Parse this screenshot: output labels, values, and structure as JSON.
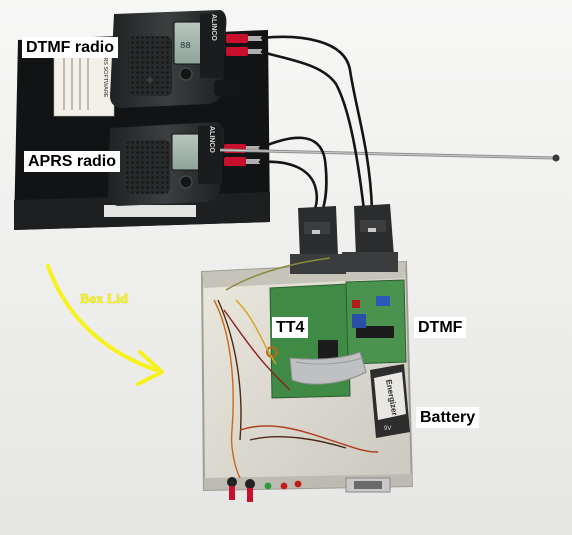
{
  "labels": {
    "dtmf_radio": "DTMF radio",
    "aprs_radio": "APRS radio",
    "box_lid": "Box Lid",
    "tt4": "TT4",
    "dtmf": "DTMF",
    "battery": "Battery"
  },
  "device_text": {
    "radio_brand": "ALINCO",
    "software_card_title": "APRS SOFTWARE",
    "battery_brand": "Energizer",
    "battery_voltage": "9V"
  },
  "colors": {
    "background": "#f2f2f2",
    "box_lid_arrow": "#f7f11c",
    "radio_body": "#2b2d2e",
    "metal_box": "#d9d6cc",
    "pcb_green": "#3f8a45",
    "cable_black": "#151515"
  }
}
